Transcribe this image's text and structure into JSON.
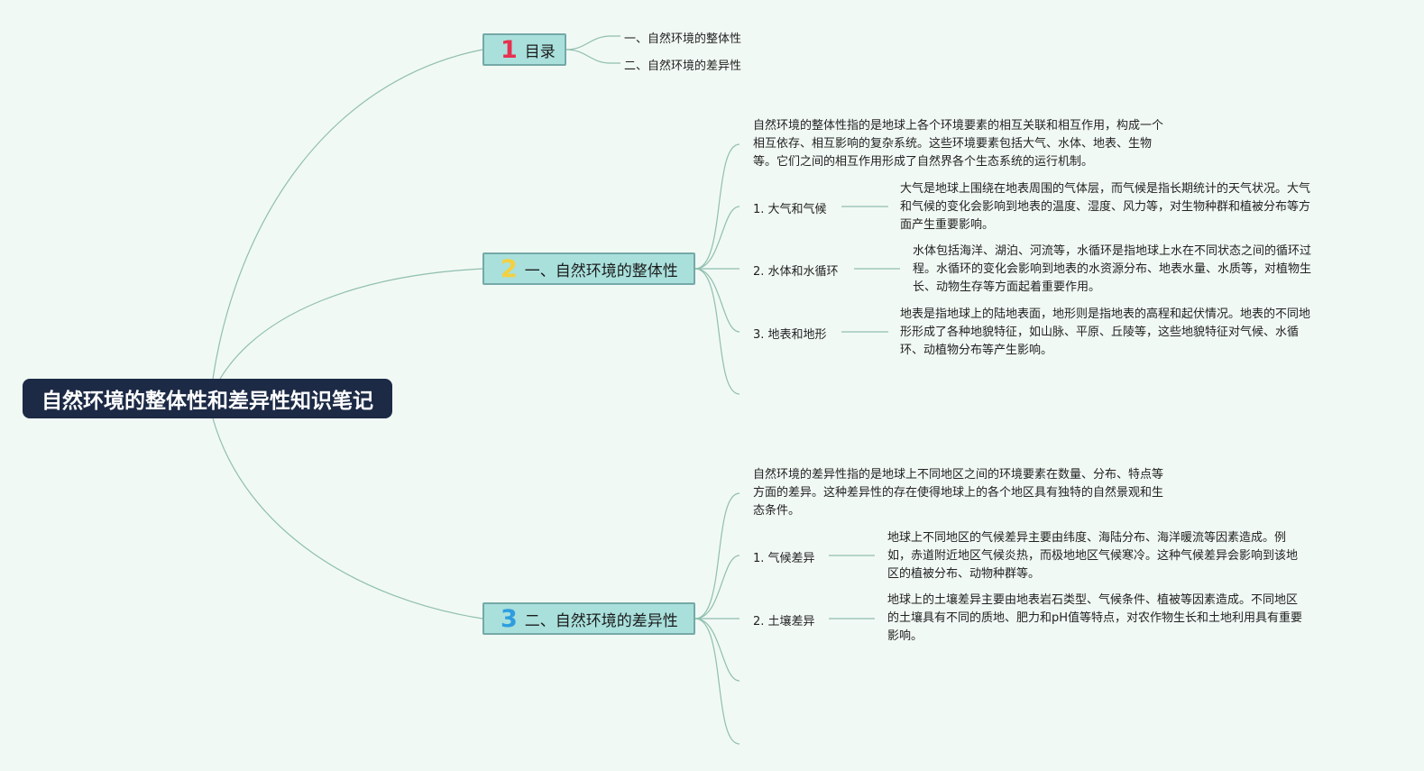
{
  "root": {
    "title": "自然环境的整体性和差异性知识笔记"
  },
  "colors": {
    "background": "#f1f9f4",
    "root_fill": "#1c2a45",
    "branch_fill": "#a9e0dc",
    "branch_border": "#74a9a7",
    "connector": "#8fbfb0",
    "num_1": "#e8304f",
    "num_2": "#f4d03f",
    "num_3": "#2e9de0"
  },
  "toc": {
    "num": "1",
    "label": "目录",
    "items": [
      "一、自然环境的整体性",
      "二、自然环境的差异性"
    ]
  },
  "holism": {
    "num": "2",
    "label": "一、自然环境的整体性",
    "intro": [
      "自然环境的整体性指的是地球上各个环境要素的相互关联和相互作用，构成一个",
      "相互依存、相互影响的复杂系统。这些环境要素包括大气、水体、地表、生物",
      "等。它们之间的相互作用形成了自然界各个生态系统的运行机制。"
    ],
    "items": [
      {
        "label": "1. 大气和气候",
        "desc": [
          "大气是地球上围绕在地表周围的气体层，而气候是指长期统计的天气状况。大气",
          "和气候的变化会影响到地表的温度、湿度、风力等，对生物种群和植被分布等方",
          "面产生重要影响。"
        ]
      },
      {
        "label": "2. 水体和水循环",
        "desc": [
          "水体包括海洋、湖泊、河流等，水循环是指地球上水在不同状态之间的循环过",
          "程。水循环的变化会影响到地表的水资源分布、地表水量、水质等，对植物生",
          "长、动物生存等方面起着重要作用。"
        ]
      },
      {
        "label": "3. 地表和地形",
        "desc": [
          "地表是指地球上的陆地表面，地形则是指地表的高程和起伏情况。地表的不同地",
          "形形成了各种地貌特征，如山脉、平原、丘陵等，这些地貌特征对气候、水循",
          "环、动植物分布等产生影响。"
        ]
      }
    ]
  },
  "diversity": {
    "num": "3",
    "label": "二、自然环境的差异性",
    "intro": [
      "自然环境的差异性指的是地球上不同地区之间的环境要素在数量、分布、特点等",
      "方面的差异。这种差异性的存在使得地球上的各个地区具有独特的自然景观和生",
      "态条件。"
    ],
    "items": [
      {
        "label": "1. 气候差异",
        "desc": [
          "地球上不同地区的气候差异主要由纬度、海陆分布、海洋暖流等因素造成。例",
          "如，赤道附近地区气候炎热，而极地地区气候寒冷。这种气候差异会影响到该地",
          "区的植被分布、动物种群等。"
        ]
      },
      {
        "label": "2. 土壤差异",
        "desc": [
          "地球上的土壤差异主要由地表岩石类型、气候条件、植被等因素造成。不同地区",
          "的土壤具有不同的质地、肥力和pH值等特点，对农作物生长和土地利用具有重要",
          "影响。"
        ]
      }
    ]
  }
}
